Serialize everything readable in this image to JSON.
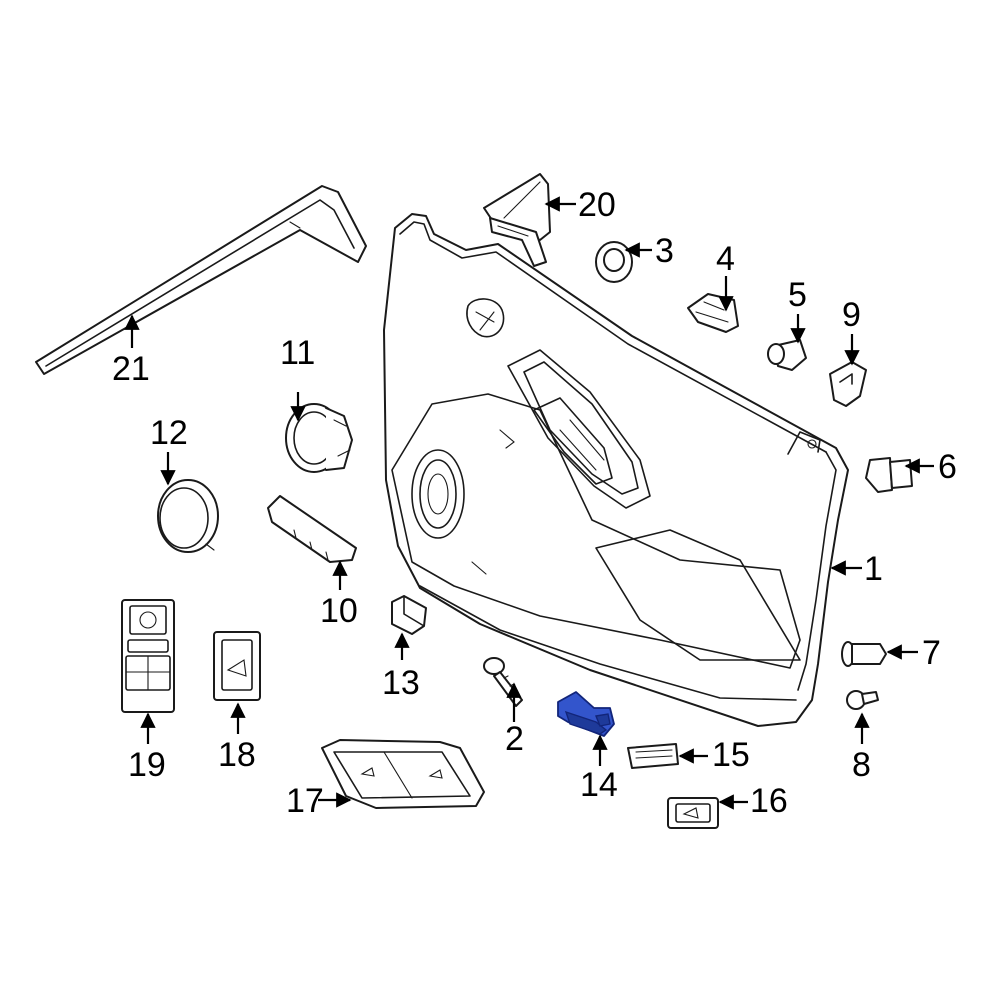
{
  "diagram": {
    "highlight_color": "#3355cc",
    "line_color": "#1a1a1a",
    "callouts": [
      {
        "id": "1",
        "label": "1"
      },
      {
        "id": "2",
        "label": "2"
      },
      {
        "id": "3",
        "label": "3"
      },
      {
        "id": "4",
        "label": "4"
      },
      {
        "id": "5",
        "label": "5"
      },
      {
        "id": "6",
        "label": "6"
      },
      {
        "id": "7",
        "label": "7"
      },
      {
        "id": "8",
        "label": "8"
      },
      {
        "id": "9",
        "label": "9"
      },
      {
        "id": "10",
        "label": "10"
      },
      {
        "id": "11",
        "label": "11"
      },
      {
        "id": "12",
        "label": "12"
      },
      {
        "id": "13",
        "label": "13"
      },
      {
        "id": "14",
        "label": "14"
      },
      {
        "id": "15",
        "label": "15"
      },
      {
        "id": "16",
        "label": "16"
      },
      {
        "id": "17",
        "label": "17"
      },
      {
        "id": "18",
        "label": "18"
      },
      {
        "id": "19",
        "label": "19"
      },
      {
        "id": "20",
        "label": "20"
      },
      {
        "id": "21",
        "label": "21"
      }
    ],
    "highlighted_part": "14"
  }
}
